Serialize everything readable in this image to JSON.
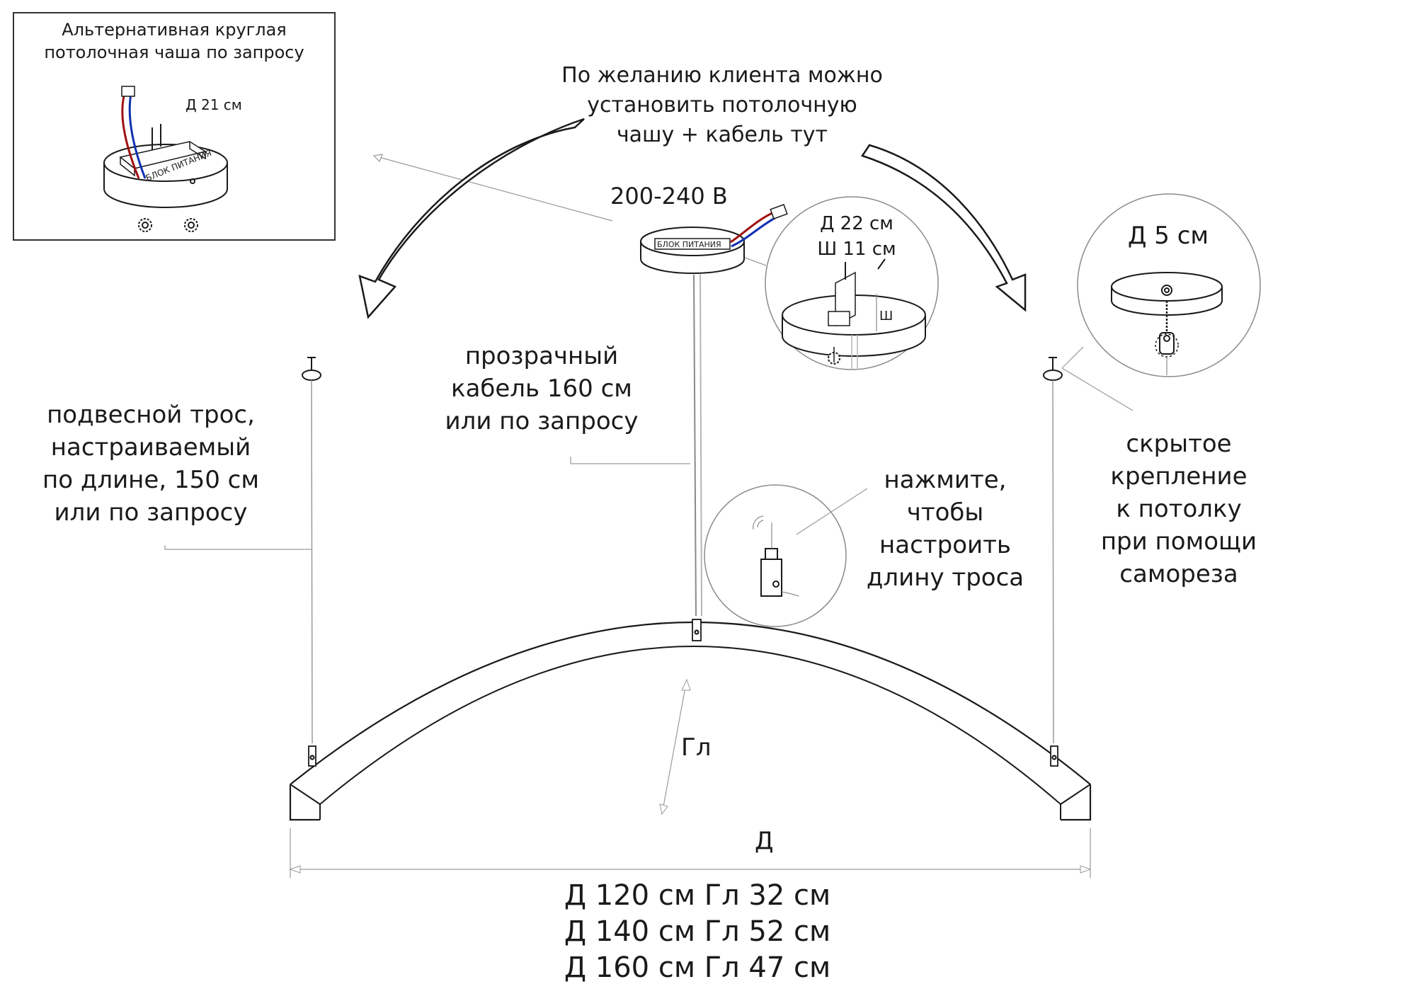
{
  "inset": {
    "title_lines": [
      "Альтернативная круглая",
      "потолочная чаша по запросу"
    ],
    "diameter": "Д 21 см",
    "driver_label": "БЛОК ПИТАНИЯ"
  },
  "top_note": {
    "lines": [
      "По желанию клиента можно",
      "установить потолочную",
      "чашу + кабель тут"
    ]
  },
  "voltage": "200-240 В",
  "canopy": {
    "driver_label": "БЛОК ПИТАНИЯ",
    "diameter": "Д 22 см",
    "width": "Ш 11 см",
    "width_mark": "Ш"
  },
  "hidden_mount": {
    "diameter": "Д 5 см",
    "lines": [
      "скрытое",
      "крепление",
      "к потолку",
      "при помощи",
      "самореза"
    ]
  },
  "cable": {
    "lines": [
      "прозрачный",
      "кабель 160 см",
      "или по запросу"
    ]
  },
  "suspension": {
    "lines": [
      "подвесной трос,",
      "настраиваемый",
      "по длине, 150 см",
      "или по запросу"
    ]
  },
  "adjuster": {
    "lines": [
      "нажмите,",
      "чтобы",
      "настроить",
      "длину троса"
    ]
  },
  "dimensions": {
    "depth_label": "Гл",
    "length_label": "Д",
    "sizes": [
      "Д 120 см Гл 32 см",
      "Д 140 см Гл 52 см",
      "Д 160 см Гл 47 см"
    ]
  },
  "colors": {
    "line": "#1a1a1a",
    "leader": "#9a9a9a",
    "wire_red": "#a01010",
    "wire_blue": "#1030b0"
  }
}
